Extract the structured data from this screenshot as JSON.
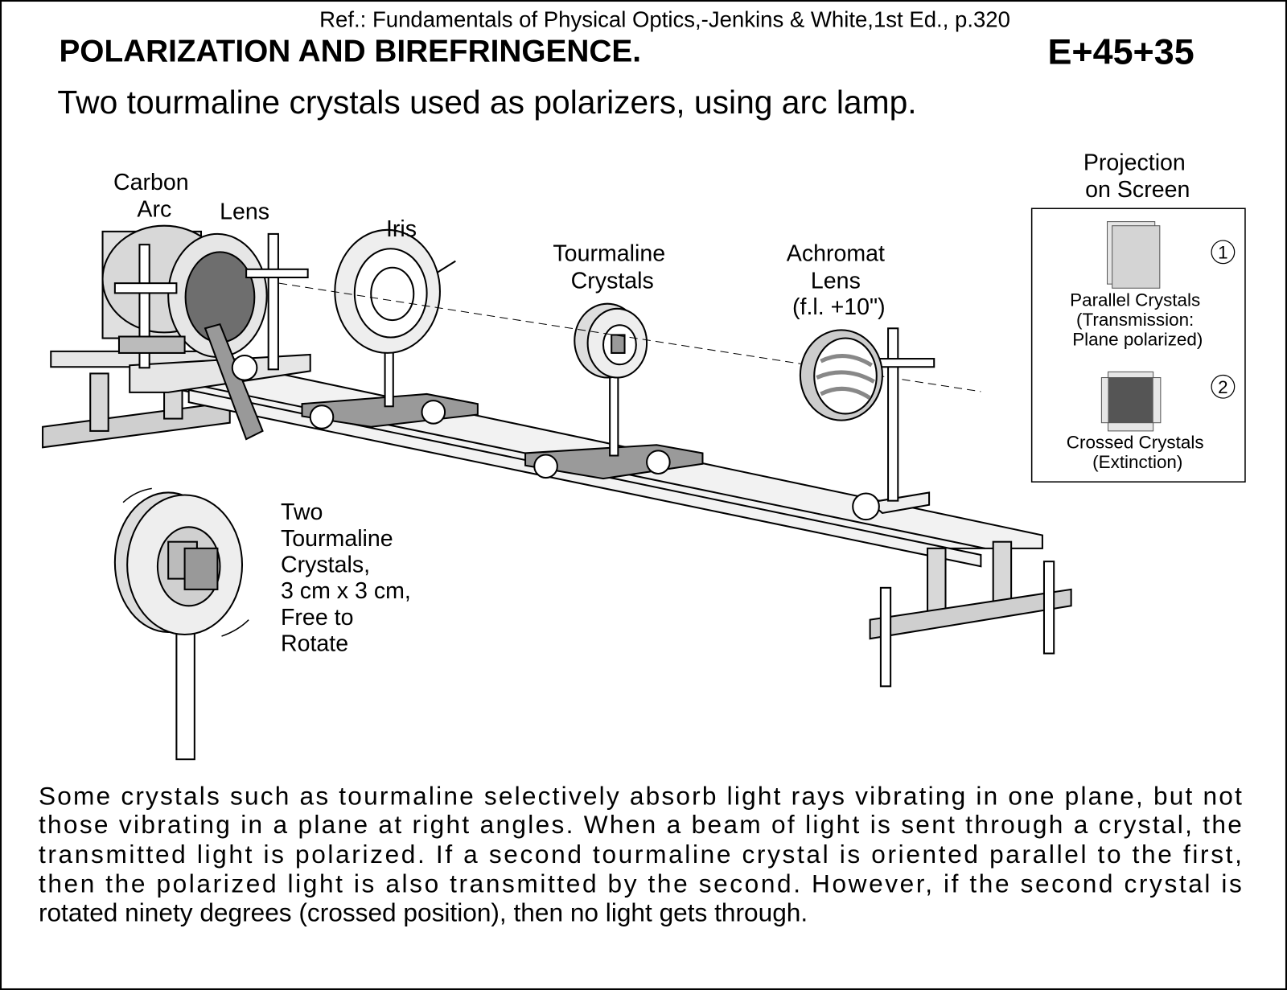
{
  "header": {
    "reference": "Ref.: Fundamentals of Physical Optics,-Jenkins & White,1st Ed., p.320",
    "title": "POLARIZATION AND BIREFRINGENCE.",
    "code": "E+45+35",
    "subtitle": "Two tourmaline crystals used as polarizers, using arc lamp."
  },
  "labels": {
    "carbon_arc": [
      "Carbon",
      "Arc"
    ],
    "lens": "Lens",
    "iris": "Iris",
    "tourmaline": [
      "Tourmaline",
      "Crystals"
    ],
    "achromat": [
      "Achromat",
      "Lens",
      "(f.l. +10\")"
    ],
    "inset": [
      "Two",
      "Tourmaline",
      "Crystals,",
      "3 cm x 3 cm,",
      "Free to",
      "Rotate"
    ]
  },
  "projection": {
    "title": [
      "Projection",
      "on Screen"
    ],
    "items": [
      {
        "number": "1",
        "lines": [
          "Parallel Crystals",
          "(Transmission:",
          "Plane polarized)"
        ]
      },
      {
        "number": "2",
        "lines": [
          "Crossed Crystals",
          "(Extinction)"
        ]
      }
    ]
  },
  "description": [
    "Some crystals such as tourmaline selectively absorb light rays vibrating in one plane, but not",
    "those vibrating in a plane at right angles. When a beam of light is sent through a crystal, the",
    "transmitted light is polarized. If a second tourmaline crystal is oriented parallel to the first,",
    "then the polarized light is also transmitted by the second. However, if the second crystal is",
    "rotated ninety degrees (crossed position), then no light gets through."
  ],
  "colors": {
    "light_fill": "#e6e6e6",
    "mid_fill": "#bdbdbd",
    "dark_fill": "#555555"
  }
}
